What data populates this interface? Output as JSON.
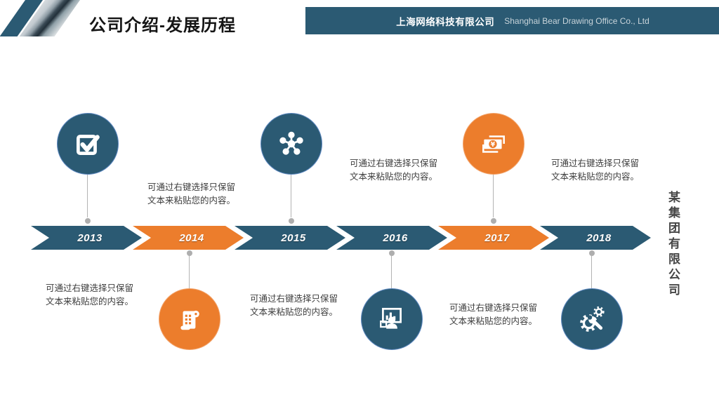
{
  "header": {
    "title": "公司介绍-发展历程",
    "company_cn": "上海网络科技有限公司",
    "company_en": "Shanghai Bear Drawing Office Co., Ltd"
  },
  "side_label": "某集团有限公司",
  "colors": {
    "dark_teal": "#2b5a73",
    "orange": "#ec7d2c",
    "connector_gray": "#b3b3b3",
    "body_text": "#3d3d3d"
  },
  "timeline": {
    "milestones": [
      {
        "year": "2013",
        "color": "dark",
        "circle_position": "top",
        "icon": "check-square-icon",
        "desc": "可通过右键选择只保留\n文本来粘贴您的内容。"
      },
      {
        "year": "2014",
        "color": "orange",
        "circle_position": "bottom",
        "icon": "scroll-icon",
        "desc": "可通过右键选择只保留\n文本来粘贴您的内容。"
      },
      {
        "year": "2015",
        "color": "dark",
        "circle_position": "top",
        "icon": "molecule-icon",
        "desc": "可通过右键选择只保留\n文本来粘贴您的内容。"
      },
      {
        "year": "2016",
        "color": "dark",
        "circle_position": "bottom",
        "icon": "presentation-icon",
        "desc": "可通过右键选择只保留\n文本来粘贴您的内容。"
      },
      {
        "year": "2017",
        "color": "orange",
        "circle_position": "top",
        "icon": "banknote-icon",
        "desc": "可通过右键选择只保留\n文本来粘贴您的内容。"
      },
      {
        "year": "2018",
        "color": "dark",
        "circle_position": "bottom",
        "icon": "gear-wrench-icon",
        "desc": "可通过右键选择只保留\n文本来粘贴您的内容。"
      }
    ]
  }
}
